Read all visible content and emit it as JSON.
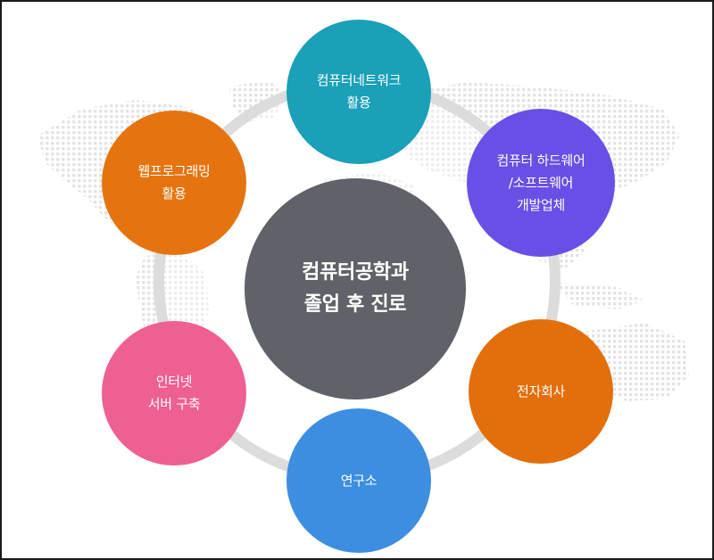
{
  "center": {
    "label": "컴퓨터공학과\n졸업 후 진로",
    "color": "#5f6268"
  },
  "careers": [
    {
      "label": "컴퓨터네트워크\n활용",
      "color": "#1aa0b8"
    },
    {
      "label": "컴퓨터 하드웨어\n/소프트웨어\n개발업체",
      "color": "#6a4fe6"
    },
    {
      "label": "전자회사",
      "color": "#e36f0c"
    },
    {
      "label": "연구소",
      "color": "#3d8ee0"
    },
    {
      "label": "인터넷\n서버 구축",
      "color": "#ee5f93"
    },
    {
      "label": "웹프로그래밍\n활용",
      "color": "#e57410"
    }
  ],
  "ring_color": "#dcdcdc",
  "background": "dotted-world-map"
}
